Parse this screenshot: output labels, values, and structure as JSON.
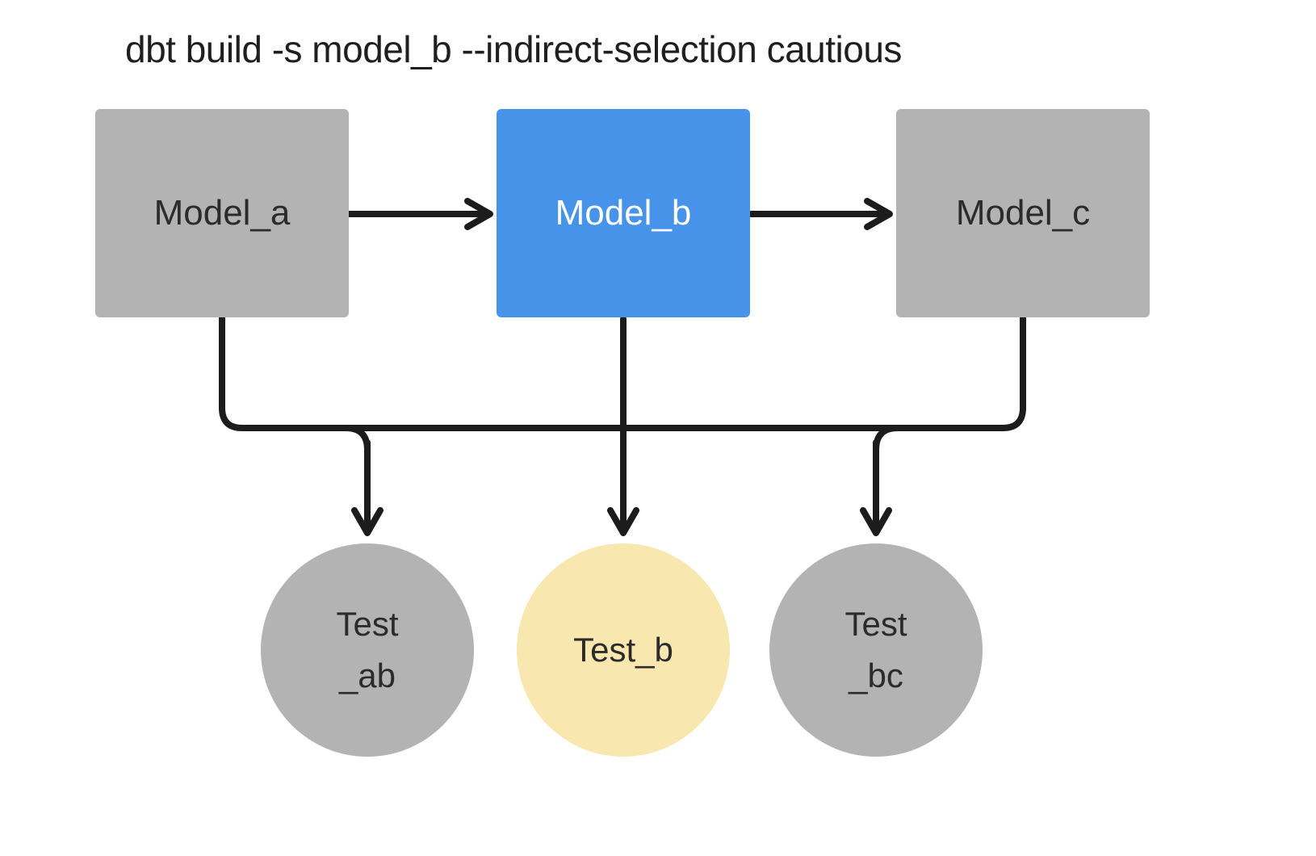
{
  "title": "dbt build -s model_b --indirect-selection cautious",
  "colors": {
    "node_gray": "#b3b3b3",
    "node_selected_blue": "#4793ea",
    "node_test_yellow": "#f8e7ae",
    "edge": "#1c1c1c",
    "label_dark": "#2b2b2b",
    "label_light": "#ffffff",
    "background": "#ffffff"
  },
  "nodes": {
    "model_a": {
      "label": "Model_a",
      "type": "model",
      "state": "unselected"
    },
    "model_b": {
      "label": "Model_b",
      "type": "model",
      "state": "selected"
    },
    "model_c": {
      "label": "Model_c",
      "type": "model",
      "state": "unselected"
    },
    "test_ab": {
      "label_line1": "Test",
      "label_line2": "_ab",
      "type": "test",
      "state": "unselected"
    },
    "test_b": {
      "label": "Test_b",
      "type": "test",
      "state": "selected-indirect"
    },
    "test_bc": {
      "label_line1": "Test",
      "label_line2": "_bc",
      "type": "test",
      "state": "unselected"
    }
  },
  "edges": [
    {
      "from": "model_a",
      "to": "model_b"
    },
    {
      "from": "model_b",
      "to": "model_c"
    },
    {
      "from": "model_a",
      "to": "test_ab"
    },
    {
      "from": "model_b",
      "to": "test_ab"
    },
    {
      "from": "model_b",
      "to": "test_b"
    },
    {
      "from": "model_b",
      "to": "test_bc"
    },
    {
      "from": "model_c",
      "to": "test_bc"
    }
  ]
}
